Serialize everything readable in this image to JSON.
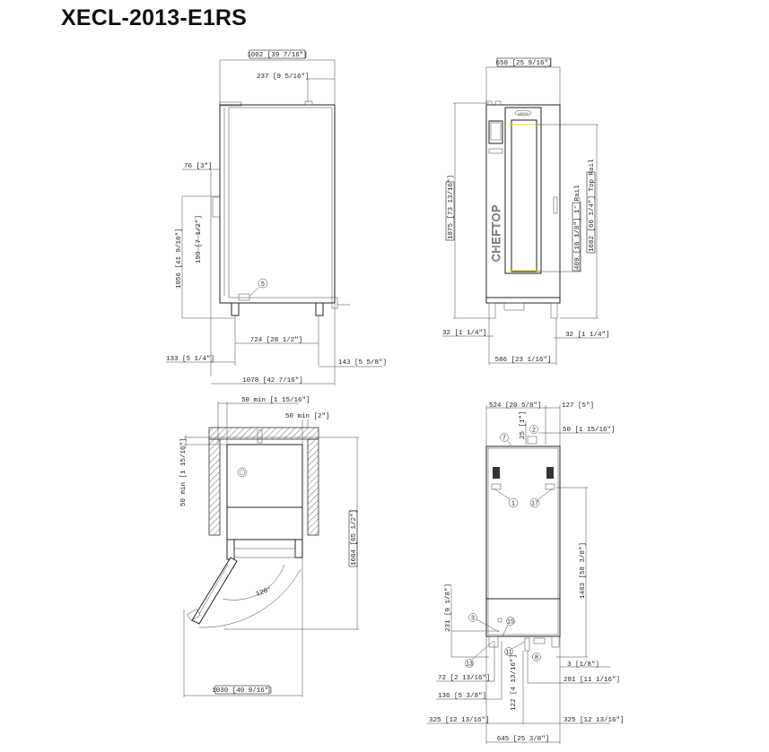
{
  "title": "XECL-2013-E1RS",
  "side_view": {
    "overall_depth": "1002 [39 7/16\"]",
    "top_offset": "237 [9 5/16\"]",
    "left_offset": "76 [3\"]",
    "height_1056": "1056 [41 9/16\"]",
    "height_190": "190 [7 1/2\"]",
    "feet_spacing": "724 [28 1/2\"]",
    "left_foot": "133 [5 1/4\"]",
    "right_foot": "143 [5 5/8\"]",
    "total_depth": "1078 [42 7/16\"]",
    "callout": "5"
  },
  "front_view": {
    "width": "650 [25 9/16\"]",
    "height": "1875 [73 13/16\"]",
    "bottom_rail": "409 [16 1/8\"] 1° Rail",
    "top_rail": "1682 [66 1/4\"] Top Rail",
    "left_inset": "32 [1 1/4\"]",
    "right_inset": "32 [1 1/4\"]",
    "feet_width": "586 [23 1/16\"]",
    "brand": "CHEFTOP",
    "badge": "UNOX"
  },
  "clearance_view": {
    "left_min": "50 min [1 15/16\"]",
    "right_min": "50 min [2\"]",
    "back_min": "50 min [1 15/16\"]",
    "depth_open": "1664 [65 1/2\"]",
    "width_open": "1030 [40 9/16\"]",
    "angle": "120°"
  },
  "rear_view": {
    "dim_524": "524 [20 5/8\"]",
    "dim_127": "127 [5\"]",
    "dim_25": "25 [1\"]",
    "dim_50": "50 [1 15/16\"]",
    "dim_1483": "1483 [58 3/8\"]",
    "dim_231": "231 [9 1/8\"]",
    "dim_3": "3 [1/8\"]",
    "dim_72": "72 [2 13/16\"]",
    "dim_281": "281 [11 1/16\"]",
    "dim_136": "136 [5 3/8\"]",
    "dim_122": "122 [4 13/16\"]",
    "dim_325_left": "325 [12 13/16\"]",
    "dim_325_right": "325 [12 13/16\"]",
    "dim_645": "645 [25 3/8\"]",
    "callouts": [
      "7",
      "2",
      "1",
      "17",
      "3",
      "15",
      "13",
      "11",
      "8"
    ]
  }
}
